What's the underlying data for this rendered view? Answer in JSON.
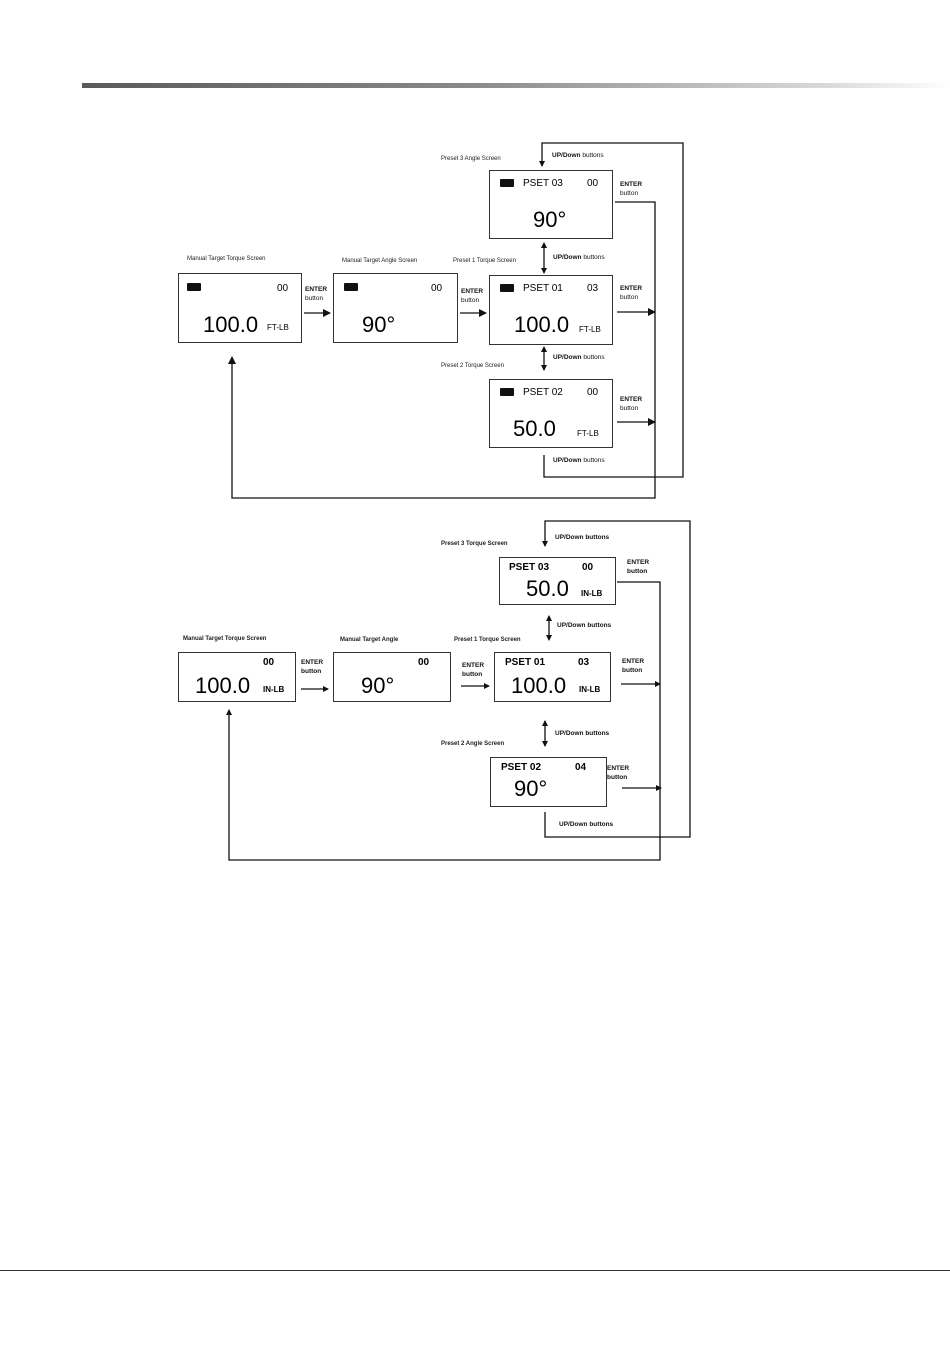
{
  "diagram1": {
    "labels": {
      "manual_torque": "Manual Target Torque Screen",
      "manual_angle": "Manual Target Angle Screen",
      "preset3": "Preset 3 Angle Screen",
      "preset1": "Preset 1 Torque Screen",
      "preset2": "Preset 2 Torque Screen"
    },
    "screens": {
      "manual_torque": {
        "count": "00",
        "value": "100.0",
        "unit": "FT-LB"
      },
      "manual_angle": {
        "count": "00",
        "value": "90°"
      },
      "preset3": {
        "pset": "PSET 03",
        "count": "00",
        "value": "90°"
      },
      "preset1": {
        "pset": "PSET 01",
        "count": "03",
        "value": "100.0",
        "unit": "FT-LB"
      },
      "preset2": {
        "pset": "PSET 02",
        "count": "00",
        "value": "50.0",
        "unit": "FT-LB"
      }
    },
    "enter_bold": "ENTER",
    "enter_sub": "button",
    "updown_bold": "UP/Down",
    "updown_sub": "buttons"
  },
  "diagram2": {
    "labels": {
      "manual_torque": "Manual Target Torque Screen",
      "manual_angle": "Manual Target Angle",
      "preset3": "Preset 3 Torque Screen",
      "preset1": "Preset 1 Torque Screen",
      "preset2": "Preset 2 Angle Screen"
    },
    "screens": {
      "manual_torque": {
        "count": "00",
        "value": "100.0",
        "unit": "IN-LB"
      },
      "manual_angle": {
        "count": "00",
        "value": "90°"
      },
      "preset3": {
        "pset": "PSET 03",
        "count": "00",
        "value": "50.0",
        "unit": "IN-LB"
      },
      "preset1": {
        "pset": "PSET 01",
        "count": "03",
        "value": "100.0",
        "unit": "IN-LB"
      },
      "preset2": {
        "pset": "PSET 02",
        "count": "04",
        "value": "90°"
      }
    },
    "enter": "ENTER",
    "button": "button",
    "updown": "UP/Down buttons"
  }
}
